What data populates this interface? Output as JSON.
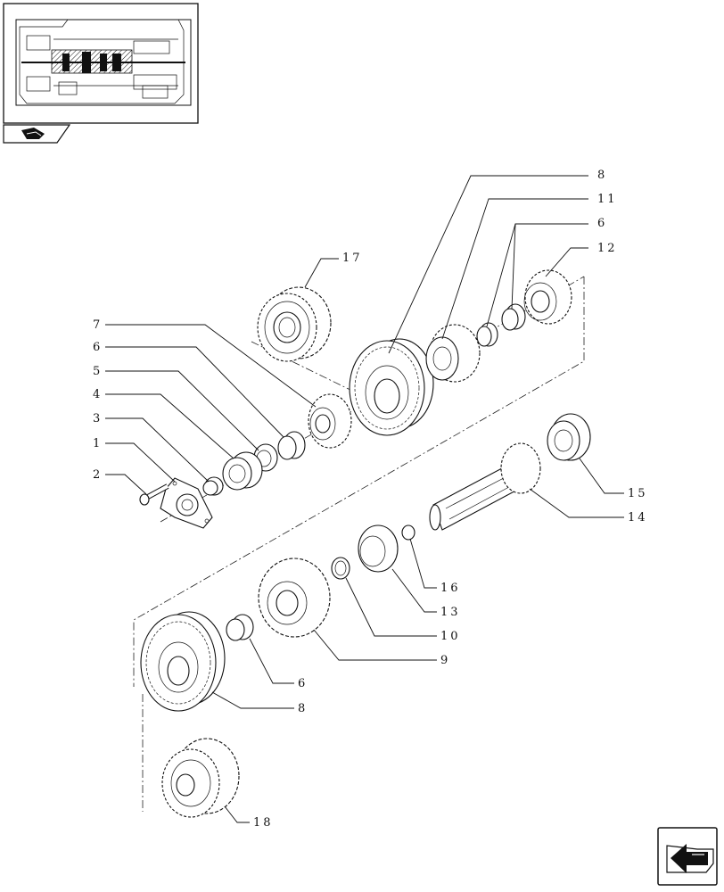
{
  "callouts": [
    {
      "key": "c8top",
      "text": "8"
    },
    {
      "key": "c11",
      "text": "11"
    },
    {
      "key": "c6top",
      "text": "6"
    },
    {
      "key": "c12",
      "text": "12"
    },
    {
      "key": "c17",
      "text": "17"
    },
    {
      "key": "c7",
      "text": "7"
    },
    {
      "key": "c6left",
      "text": "6"
    },
    {
      "key": "c5",
      "text": "5"
    },
    {
      "key": "c4",
      "text": "4"
    },
    {
      "key": "c3",
      "text": "3"
    },
    {
      "key": "c1",
      "text": "1"
    },
    {
      "key": "c2",
      "text": "2"
    },
    {
      "key": "c15",
      "text": "15"
    },
    {
      "key": "c14",
      "text": "14"
    },
    {
      "key": "c16",
      "text": "16"
    },
    {
      "key": "c13",
      "text": "13"
    },
    {
      "key": "c10",
      "text": "10"
    },
    {
      "key": "c9",
      "text": "9"
    },
    {
      "key": "c6bot",
      "text": "6"
    },
    {
      "key": "c8bot",
      "text": "8"
    },
    {
      "key": "c18",
      "text": "18"
    }
  ],
  "icons": {
    "thumbnail": "transmission-cutaway-thumbnail",
    "book": "catalogue-book-icon",
    "next": "next-page-arrow-icon"
  }
}
